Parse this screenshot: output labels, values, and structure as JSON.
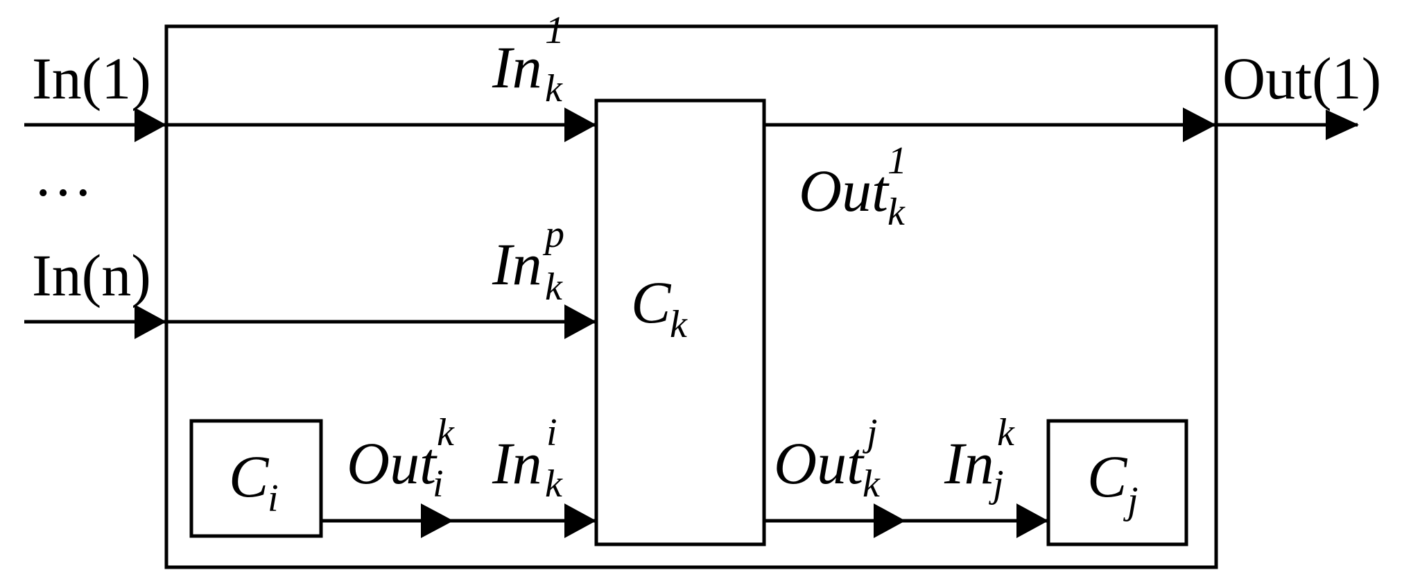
{
  "inputs": {
    "first": "In(1)",
    "ellipsis": "…",
    "last": "In(n)"
  },
  "outputs": {
    "first": "Out(1)"
  },
  "components": {
    "ck": {
      "base": "C",
      "sub": "k"
    },
    "ci": {
      "base": "C",
      "sub": "i"
    },
    "cj": {
      "base": "C",
      "sub": "j"
    }
  },
  "ports": {
    "in_k_1": {
      "base": "In",
      "sup": "1",
      "sub": "k"
    },
    "in_k_p": {
      "base": "In",
      "sup": "p",
      "sub": "k"
    },
    "out_k_1": {
      "base": "Out",
      "sup": "1",
      "sub": "k"
    },
    "out_i_k": {
      "base": "Out",
      "sup": "k",
      "sub": "i"
    },
    "in_k_i": {
      "base": "In",
      "sup": "i",
      "sub": "k"
    },
    "out_k_j": {
      "base": "Out",
      "sup": "j",
      "sub": "k"
    },
    "in_j_k": {
      "base": "In",
      "sup": "k",
      "sub": "j"
    }
  }
}
